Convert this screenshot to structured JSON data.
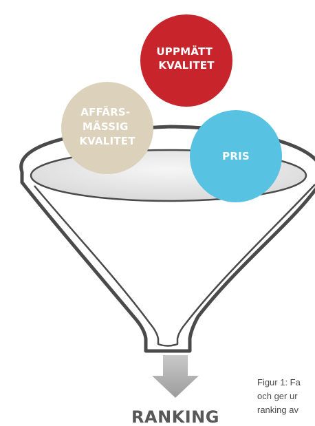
{
  "bubbles": {
    "measured_quality": {
      "lines": [
        "UPPMÄTT",
        "KVALITET"
      ],
      "color": "#c8242b",
      "text_color": "#ffffff"
    },
    "business_quality": {
      "lines": [
        "AFFÄRS-",
        "MÄSSIG",
        "KVALITET"
      ],
      "color": "#dcd1ba",
      "text_color": "#ffffff"
    },
    "price": {
      "lines": [
        "PRIS"
      ],
      "color": "#58c2e3",
      "text_color": "#ffffff"
    }
  },
  "funnel": {
    "outline_color": "#4a4a4a",
    "top_fill": "#e4e4e4"
  },
  "arrow": {
    "color": "#a9a9a9"
  },
  "output_label": "RANKING",
  "output_label_color": "#585858",
  "caption": {
    "lines": [
      "Figur 1: Fa",
      "och ger ur",
      "ranking av"
    ]
  }
}
